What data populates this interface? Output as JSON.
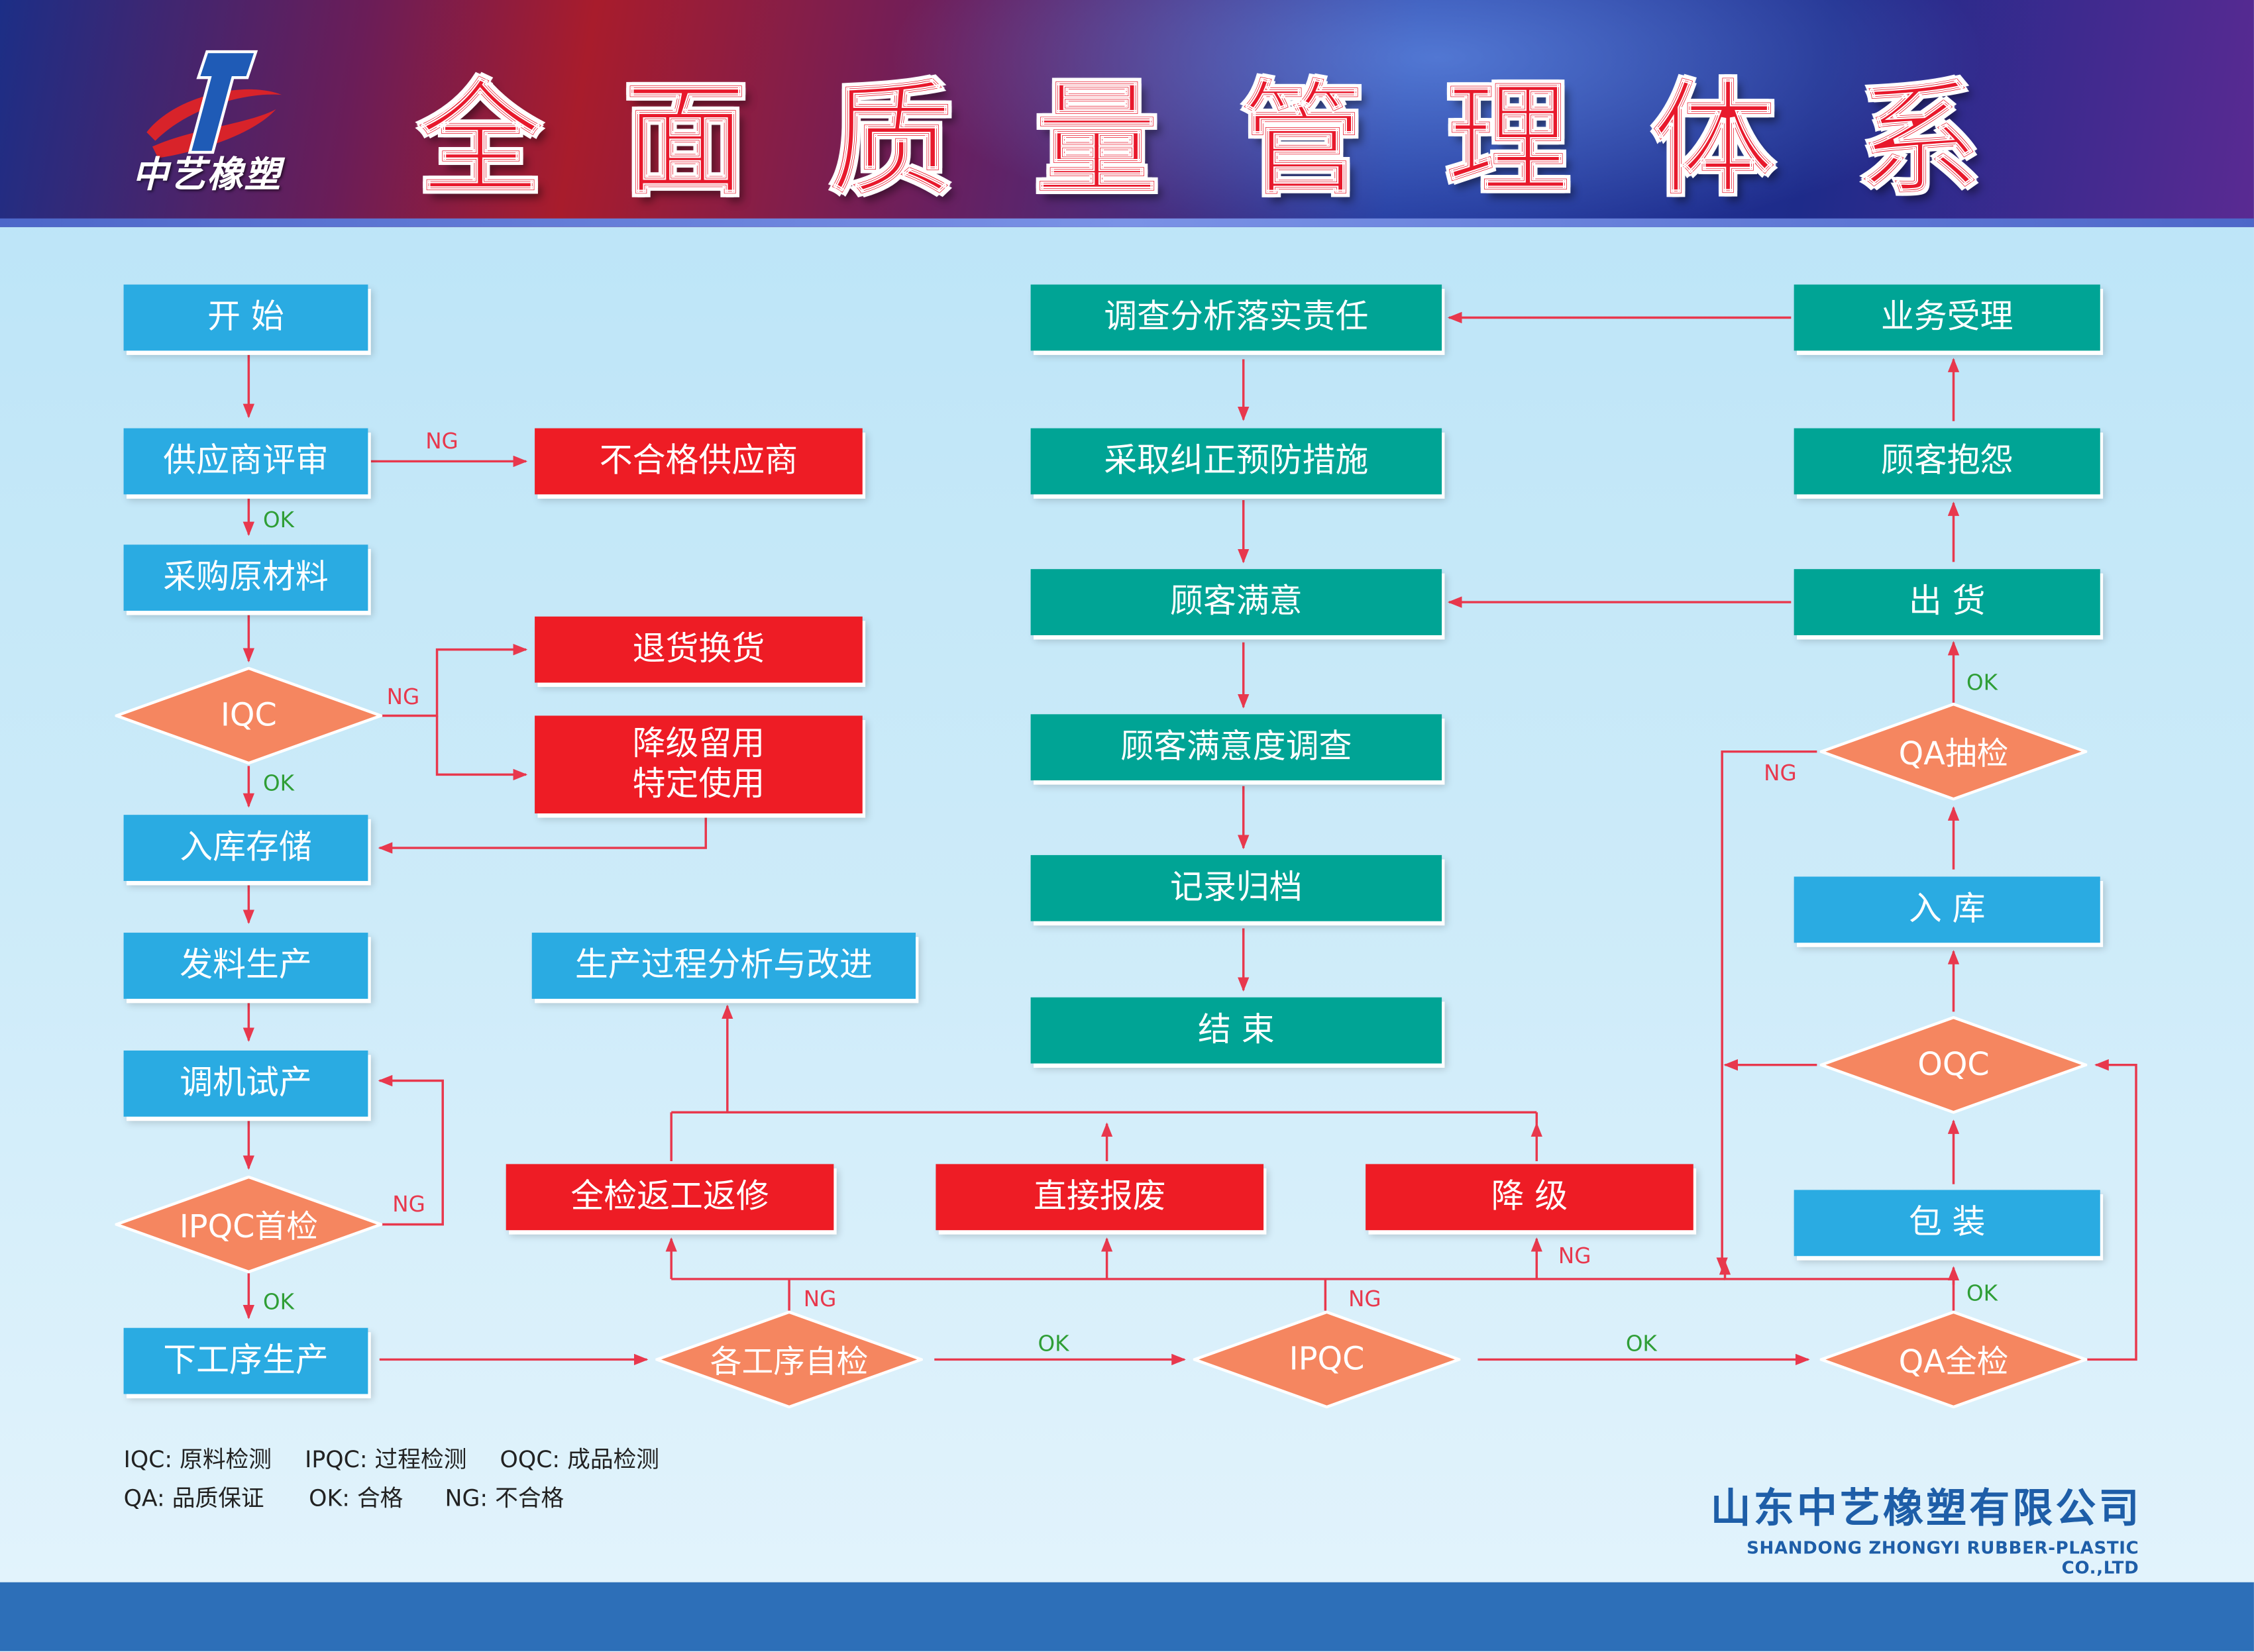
{
  "header": {
    "title_chars": [
      "全",
      "面",
      "质",
      "量",
      "管",
      "理",
      "体",
      "系"
    ],
    "logo_text": "中艺橡塑"
  },
  "colors": {
    "blue_box": "#2aabe2",
    "red_box": "#ee1c25",
    "teal_box": "#00a495",
    "diamond": "#f58660",
    "connector": "#e8384d",
    "ok_label": "#2f9e36"
  },
  "nodes": {
    "start": "开 始",
    "supplier_review": "供应商评审",
    "unqualified_supplier": "不合格供应商",
    "purchase_materials": "采购原材料",
    "iqc": "IQC",
    "return_exchange": "退货换货",
    "downgrade_use_line1": "降级留用",
    "downgrade_use_line2": "特定使用",
    "warehouse_storage": "入库存储",
    "issue_production": "发料生产",
    "trial_production": "调机试产",
    "ipqc_first": "IPQC首检",
    "next_process": "下工序生产",
    "process_analysis": "生产过程分析与改进",
    "full_rework": "全检返工返修",
    "direct_scrap": "直接报废",
    "downgrade": "降 级",
    "self_check": "各工序自检",
    "ipqc": "IPQC",
    "qa_full": "QA全检",
    "investigate": "调查分析落实责任",
    "corrective": "采取纠正预防措施",
    "satisfied": "顾客满意",
    "survey": "顾客满意度调查",
    "archive": "记录归档",
    "end": "结 束",
    "business": "业务受理",
    "complaint": "顾客抱怨",
    "shipment": "出 货",
    "qa_sampling": "QA抽检",
    "stock_in": "入 库",
    "oqc": "OQC",
    "packing": "包 装"
  },
  "labels": {
    "ng": "NG",
    "ok": "OK"
  },
  "legend": {
    "line1": [
      "IQC: 原料检测",
      "IPQC: 过程检测",
      "OQC: 成品检测"
    ],
    "line2": [
      "QA: 品质保证",
      "OK: 合格",
      "NG: 不合格"
    ]
  },
  "company": {
    "name_cn": "山东中艺橡塑有限公司",
    "name_en": "SHANDONG ZHONGYI RUBBER-PLASTIC CO.,LTD"
  }
}
